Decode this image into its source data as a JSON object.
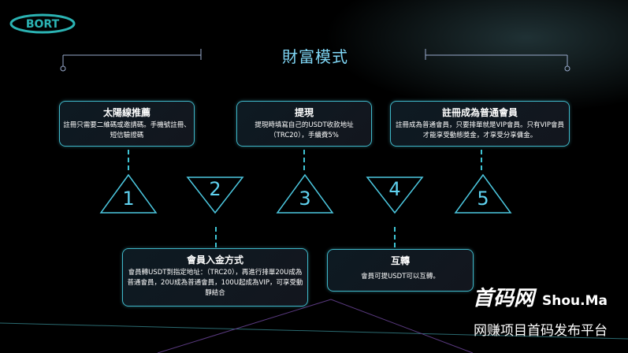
{
  "logo": "BORT",
  "title": "財富模式",
  "steps": [
    {
      "number": "1",
      "title": "太陽線推薦",
      "text": "註冊只需要二維碼或邀請碼。手機號註冊、短信驗證碼"
    },
    {
      "number": "2",
      "title": "會員入金方式",
      "text": "會員轉USDT到指定地址：（TRC20），再進行排單20U成為普通會員，20U成為普通會員，100U起成為VIP，可享受動靜結合"
    },
    {
      "number": "3",
      "title": "提現",
      "text": "提現時填寫自己的USDT收款地址（TRC20），手續費5%"
    },
    {
      "number": "4",
      "title": "互轉",
      "text": "會員可提USDT可以互轉。"
    },
    {
      "number": "5",
      "title": "註冊成為普通會員",
      "text": "註冊成為普通會員，只要排單就是VIP會員。只有VIP會員才能享受動態獎金，才享受分享傭金。"
    }
  ],
  "watermark": {
    "calligraphy": "首码网",
    "brand": "Shou.Ma",
    "tagline": "网赚项目首码发布平台"
  }
}
